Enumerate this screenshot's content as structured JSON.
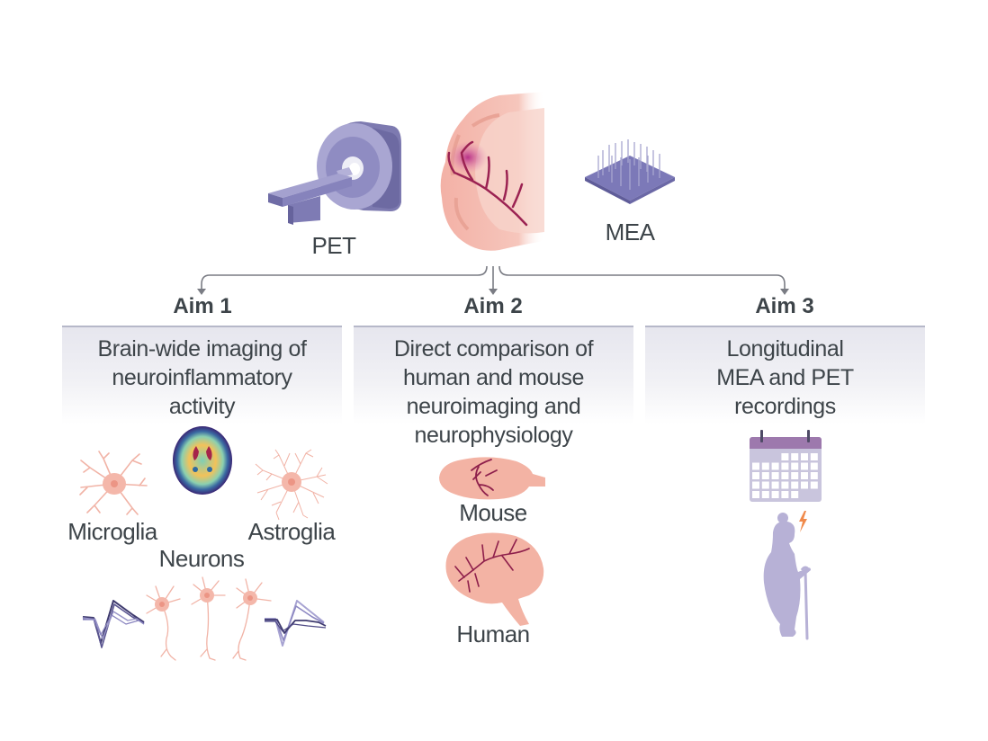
{
  "header": {
    "instruments": [
      {
        "id": "pet",
        "label": "PET",
        "icon": "pet-scanner-icon"
      },
      {
        "id": "brain",
        "label": "",
        "icon": "brain-section-icon"
      },
      {
        "id": "mea",
        "label": "MEA",
        "icon": "microelectrode-array-icon"
      }
    ]
  },
  "aims": [
    {
      "title": "Aim 1",
      "description_lines": [
        "Brain-wide imaging of",
        "neuroinflammatory",
        "activity"
      ],
      "illustrations": {
        "cells": [
          "Microglia",
          "Neurons",
          "Astroglia"
        ],
        "icons": [
          "microglia-icon",
          "pet-brain-scan-icon",
          "astroglia-icon",
          "spike-waveform-icon",
          "neuron-icon"
        ]
      }
    },
    {
      "title": "Aim 2",
      "description_lines": [
        "Direct comparison of",
        "human and mouse",
        "neuroimaging and",
        "neurophysiology"
      ],
      "illustrations": {
        "species": [
          "Mouse",
          "Human"
        ],
        "icons": [
          "mouse-brain-icon",
          "human-brain-icon"
        ]
      }
    },
    {
      "title": "Aim 3",
      "description_lines": [
        "Longitudinal",
        "MEA and PET",
        "recordings"
      ],
      "illustrations": {
        "icons": [
          "calendar-icon",
          "elderly-person-with-cane-icon",
          "lightning-icon"
        ]
      }
    }
  ],
  "colors": {
    "text": "#3d4449",
    "panel_border": "#b6b8c9",
    "panel_fill": "#e6e6ee",
    "arrow": "#7a7c84",
    "instrument_purple": "#8e8cc0",
    "tissue_pink": "#f4b8aa",
    "vessel": "#9b2252",
    "calendar_header": "#9d79ad",
    "calendar_body": "#c7c3dc",
    "person": "#b7b1d6"
  }
}
